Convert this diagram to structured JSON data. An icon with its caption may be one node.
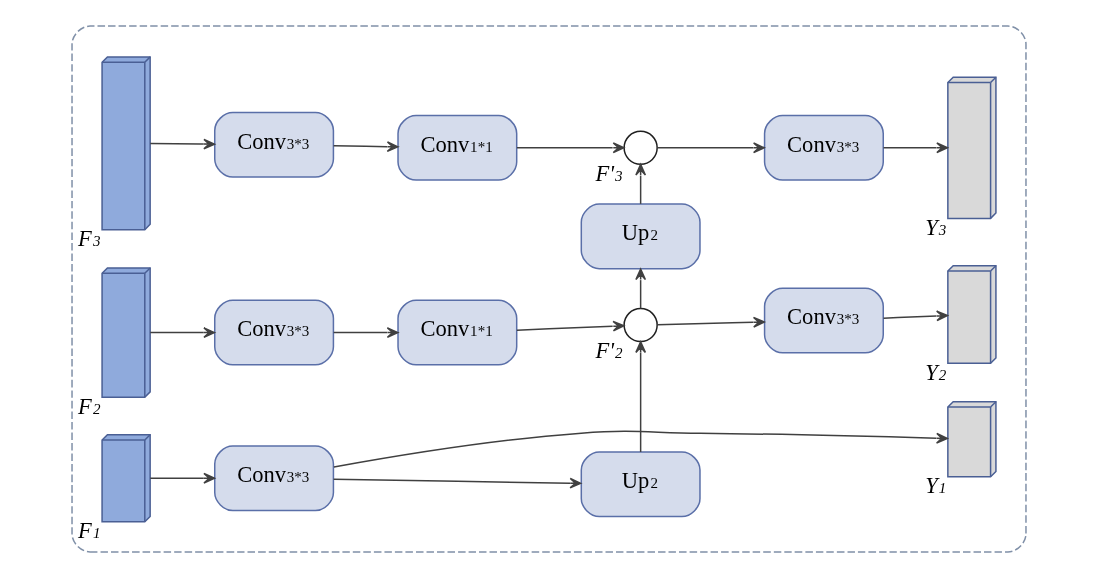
{
  "diagram": {
    "nodes": [
      {
        "text": [],
        "shape": "box"
      },
      {
        "text": [],
        "shape": "box",
        "beside": [
          "F$_{3}$"
        ],
        "in": 0
      },
      {
        "text": [
          "Conv$_{3*3}$"
        ],
        "in": 0
      },
      {
        "text": [
          "Conv$_{1*1}$"
        ],
        "in": 0
      },
      {
        "text": [],
        "shape": "circle",
        "beside": [
          "F'$_{3}$"
        ],
        "in": 0
      },
      {
        "text": [
          "Conv$_{3*3}$"
        ],
        "in": 0
      },
      {
        "text": [],
        "shape": "box",
        "beside": [
          "Y$_{3}$"
        ],
        "in": 0
      },
      {
        "text": [
          "Up$_{2}$"
        ],
        "in": 0
      },
      {
        "text": [],
        "shape": "box",
        "beside": [
          "F$_{2}$"
        ],
        "in": 0
      },
      {
        "text": [
          "Conv$_{3*3}$"
        ],
        "in": 0
      },
      {
        "text": [
          "Conv$_{1*1}$"
        ],
        "in": 0
      },
      {
        "text": [],
        "shape": "circle",
        "beside": [
          "F'$_{2}$"
        ],
        "in": 0
      },
      {
        "text": [
          "Conv$_{3*3}$"
        ],
        "in": 0
      },
      {
        "text": [],
        "shape": "box",
        "beside": [
          "Y$_{2}$"
        ],
        "in": 0
      },
      {
        "text": [
          "Up$_{2}$"
        ],
        "in": 0
      },
      {
        "text": [],
        "shape": "box",
        "beside": [
          "F$_{1}$"
        ],
        "in": 0
      },
      {
        "text": [
          "Conv$_{3*3}$"
        ],
        "in": 0
      },
      {
        "text": [],
        "shape": "box",
        "beside": [
          "Y$_{1}$"
        ],
        "in": 0
      }
    ],
    "edges": [
      {
        "from": 1,
        "to": 2,
        "arrow": "to"
      },
      {
        "from": 2,
        "to": 3,
        "arrow": "to"
      },
      {
        "from": 3,
        "to": 4,
        "arrow": "to"
      },
      {
        "from": 7,
        "to": 4,
        "arrow": "to"
      },
      {
        "from": 4,
        "to": 5,
        "arrow": "to"
      },
      {
        "from": 5,
        "to": 6,
        "arrow": "to"
      },
      {
        "from": 8,
        "to": 9,
        "arrow": "to"
      },
      {
        "from": 9,
        "to": 10,
        "arrow": "to"
      },
      {
        "from": 10,
        "to": 11,
        "arrow": "to"
      },
      {
        "from": 14,
        "to": 11,
        "arrow": "to"
      },
      {
        "from": 11,
        "to": 7,
        "arrow": "to"
      },
      {
        "from": 11,
        "to": 12,
        "arrow": "to"
      },
      {
        "from": 12,
        "to": 13,
        "arrow": "to"
      },
      {
        "from": 15,
        "to": 16,
        "arrow": "to"
      },
      {
        "from": 16,
        "to": 17,
        "arrow": "to"
      },
      {
        "from": 16,
        "to": 14,
        "arrow": "to"
      }
    ]
  }
}
